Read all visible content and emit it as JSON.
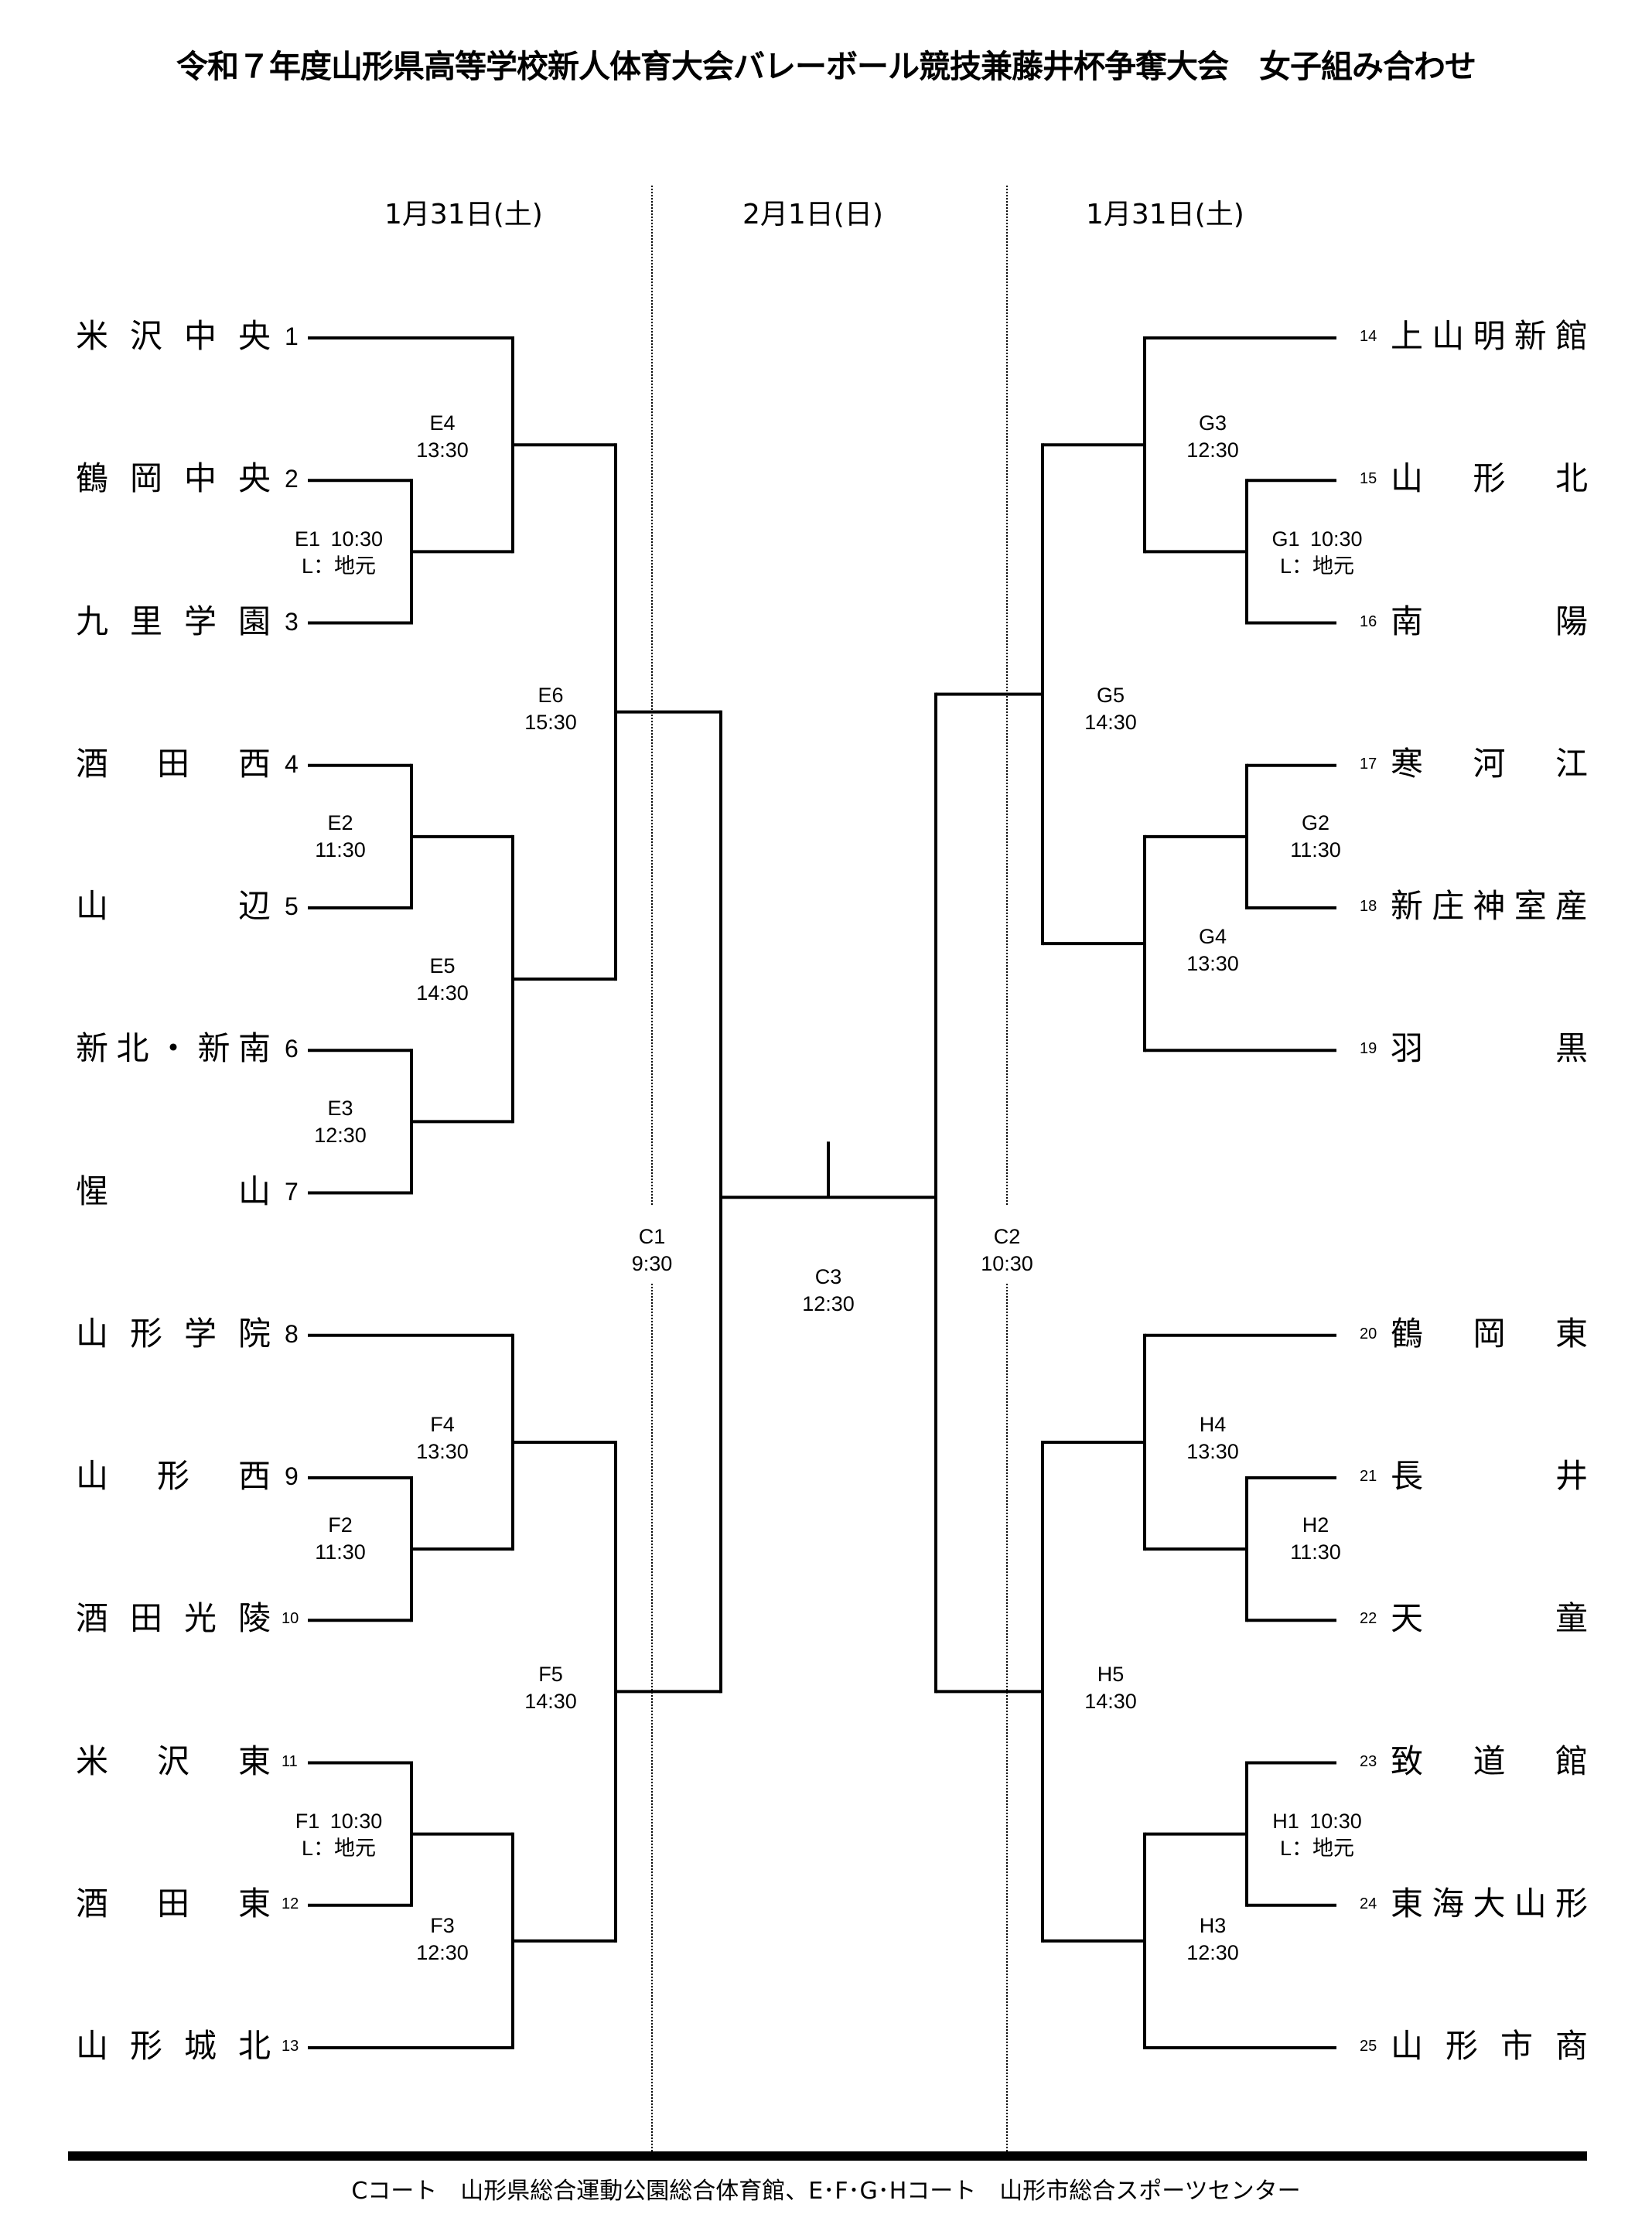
{
  "title": "令和７年度山形県高等学校新人体育大会バレーボール競技兼藤井杯争奪大会　女子組み合わせ",
  "dates": {
    "left": "1月31日(土)",
    "center": "2月1日(日)",
    "right": "1月31日(土)"
  },
  "teams_left": [
    {
      "seed": "1",
      "name": [
        "米",
        "沢",
        "中",
        "央"
      ]
    },
    {
      "seed": "2",
      "name": [
        "鶴",
        "岡",
        "中",
        "央"
      ]
    },
    {
      "seed": "3",
      "name": [
        "九",
        "里",
        "学",
        "園"
      ]
    },
    {
      "seed": "4",
      "name": [
        "酒",
        "田",
        "西"
      ]
    },
    {
      "seed": "5",
      "name": [
        "山",
        "辺"
      ]
    },
    {
      "seed": "6",
      "name": [
        "新",
        "北",
        "・",
        "新",
        "南"
      ]
    },
    {
      "seed": "7",
      "name": [
        "惺",
        "山"
      ]
    },
    {
      "seed": "8",
      "name": [
        "山",
        "形",
        "学",
        "院"
      ]
    },
    {
      "seed": "9",
      "name": [
        "山",
        "形",
        "西"
      ]
    },
    {
      "seed": "10",
      "name": [
        "酒",
        "田",
        "光",
        "陵"
      ]
    },
    {
      "seed": "11",
      "name": [
        "米",
        "沢",
        "東"
      ]
    },
    {
      "seed": "12",
      "name": [
        "酒",
        "田",
        "東"
      ]
    },
    {
      "seed": "13",
      "name": [
        "山",
        "形",
        "城",
        "北"
      ]
    }
  ],
  "teams_right": [
    {
      "seed": "14",
      "name": [
        "上",
        "山",
        "明",
        "新",
        "館"
      ]
    },
    {
      "seed": "15",
      "name": [
        "山",
        "形",
        "北"
      ]
    },
    {
      "seed": "16",
      "name": [
        "南",
        "陽"
      ]
    },
    {
      "seed": "17",
      "name": [
        "寒",
        "河",
        "江"
      ]
    },
    {
      "seed": "18",
      "name": [
        "新",
        "庄",
        "神",
        "室",
        "産"
      ]
    },
    {
      "seed": "19",
      "name": [
        "羽",
        "黒"
      ]
    },
    {
      "seed": "20",
      "name": [
        "鶴",
        "岡",
        "東"
      ]
    },
    {
      "seed": "21",
      "name": [
        "長",
        "井"
      ]
    },
    {
      "seed": "22",
      "name": [
        "天",
        "童"
      ]
    },
    {
      "seed": "23",
      "name": [
        "致",
        "道",
        "館"
      ]
    },
    {
      "seed": "24",
      "name": [
        "東",
        "海",
        "大",
        "山",
        "形"
      ]
    },
    {
      "seed": "25",
      "name": [
        "山",
        "形",
        "市",
        "商"
      ]
    }
  ],
  "matches": {
    "E1": {
      "code": "E1",
      "time": "10:30",
      "note": "L：地元"
    },
    "E2": {
      "code": "E2",
      "time": "11:30"
    },
    "E3": {
      "code": "E3",
      "time": "12:30"
    },
    "E4": {
      "code": "E4",
      "time": "13:30"
    },
    "E5": {
      "code": "E5",
      "time": "14:30"
    },
    "E6": {
      "code": "E6",
      "time": "15:30"
    },
    "F1": {
      "code": "F1",
      "time": "10:30",
      "note": "L：地元"
    },
    "F2": {
      "code": "F2",
      "time": "11:30"
    },
    "F3": {
      "code": "F3",
      "time": "12:30"
    },
    "F4": {
      "code": "F4",
      "time": "13:30"
    },
    "F5": {
      "code": "F5",
      "time": "14:30"
    },
    "G1": {
      "code": "G1",
      "time": "10:30",
      "note": "L：地元"
    },
    "G2": {
      "code": "G2",
      "time": "11:30"
    },
    "G3": {
      "code": "G3",
      "time": "12:30"
    },
    "G4": {
      "code": "G4",
      "time": "13:30"
    },
    "G5": {
      "code": "G5",
      "time": "14:30"
    },
    "H1": {
      "code": "H1",
      "time": "10:30",
      "note": "L：地元"
    },
    "H2": {
      "code": "H2",
      "time": "11:30"
    },
    "H3": {
      "code": "H3",
      "time": "12:30"
    },
    "H4": {
      "code": "H4",
      "time": "13:30"
    },
    "H5": {
      "code": "H5",
      "time": "14:30"
    },
    "C1": {
      "code": "C1",
      "time": "9:30"
    },
    "C2": {
      "code": "C2",
      "time": "10:30"
    },
    "C3": {
      "code": "C3",
      "time": "12:30"
    }
  },
  "footer": "Cコート　山形県総合運動公園総合体育館、E･F･G･Hコート　山形市総合スポーツセンター"
}
